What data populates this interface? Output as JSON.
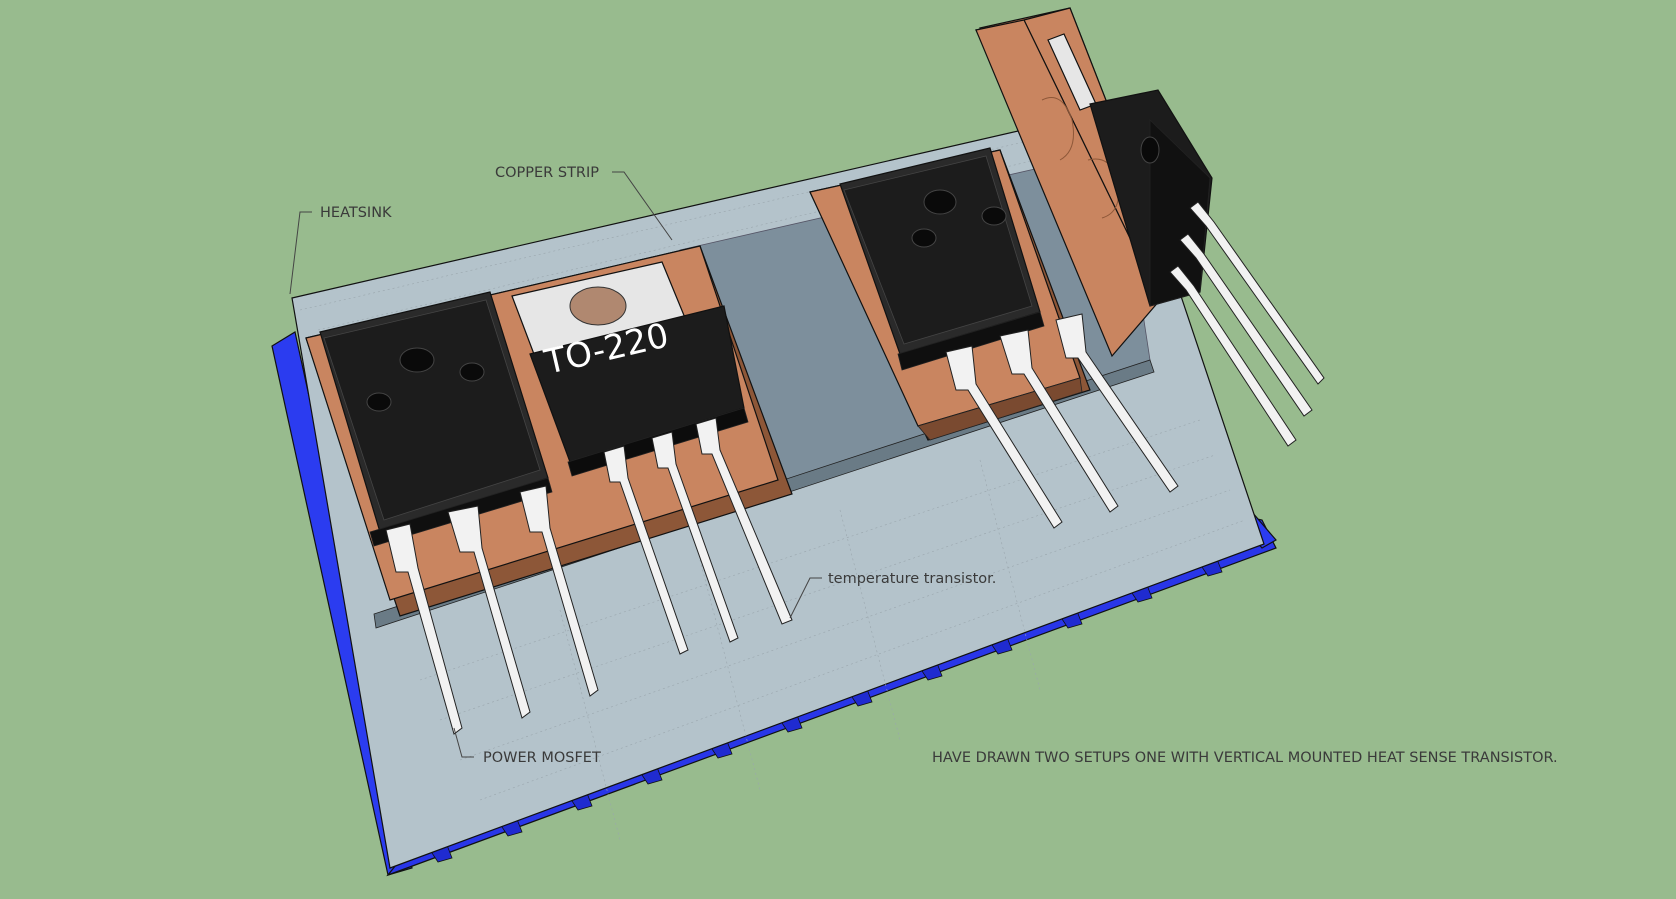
{
  "labels": {
    "heatsink": "HEATSINK",
    "copper_strip": "COPPER STRIP",
    "to220": "TO-220",
    "temperature_transistor": "temperature transistor.",
    "power_mosfet": "POWER MOSFET",
    "note": "HAVE DRAWN TWO SETUPS ONE WITH VERTICAL MOUNTED HEAT SENSE TRANSISTOR."
  },
  "colors": {
    "background": "#98bb8e",
    "heatsink_plate": "#b4c3cb",
    "heatsink_fins": "#2b3cf0",
    "copper": "#c98560",
    "package_body": "#1c1c1c",
    "metal_tab": "#e6e6e6",
    "leads": "#f2f2f2"
  }
}
